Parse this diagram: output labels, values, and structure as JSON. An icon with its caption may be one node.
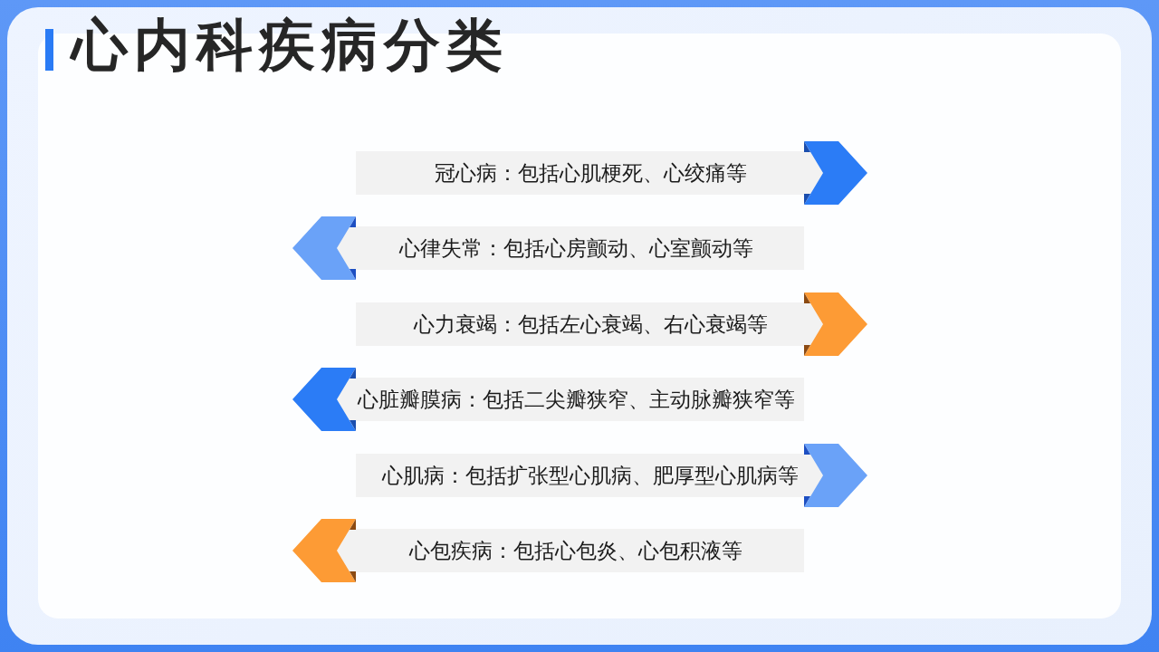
{
  "diagram": {
    "title": "心内科疾病分类",
    "nodes": [
      {
        "text": [
          "冠心病：包括心肌梗死、心绞痛等"
        ]
      },
      {
        "text": [
          "心律失常：包括心房颤动、心室颤动等"
        ]
      },
      {
        "text": [
          "心力衰竭：包括左心衰竭、右心衰竭等"
        ]
      },
      {
        "text": [
          "心脏瓣膜病：包括二尖瓣狭窄、主动脉瓣狭窄等"
        ]
      },
      {
        "text": [
          "心肌病：包括扩张型心肌病、肥厚型心肌病等"
        ]
      },
      {
        "text": [
          "心包疾病：包括心包炎、心包积液等"
        ]
      }
    ]
  }
}
